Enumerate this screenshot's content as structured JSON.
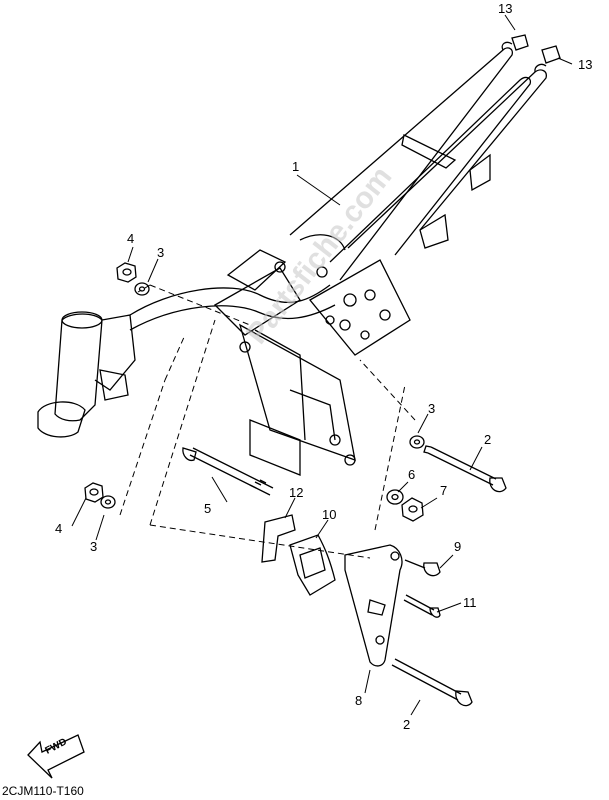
{
  "diagram": {
    "callouts": {
      "c13a": "13",
      "c13b": "13",
      "c1": "1",
      "c4a": "4",
      "c3a": "3",
      "c3b": "3",
      "c2a": "2",
      "c6": "6",
      "c7": "7",
      "c5": "5",
      "c12": "12",
      "c10": "10",
      "c9": "9",
      "c11": "11",
      "c8": "8",
      "c2b": "2",
      "c4b": "4",
      "c3c": "3"
    },
    "fwd_label": "FWD",
    "drawing_code": "2CJM110-T160",
    "watermark": "Partsfiche.com"
  }
}
